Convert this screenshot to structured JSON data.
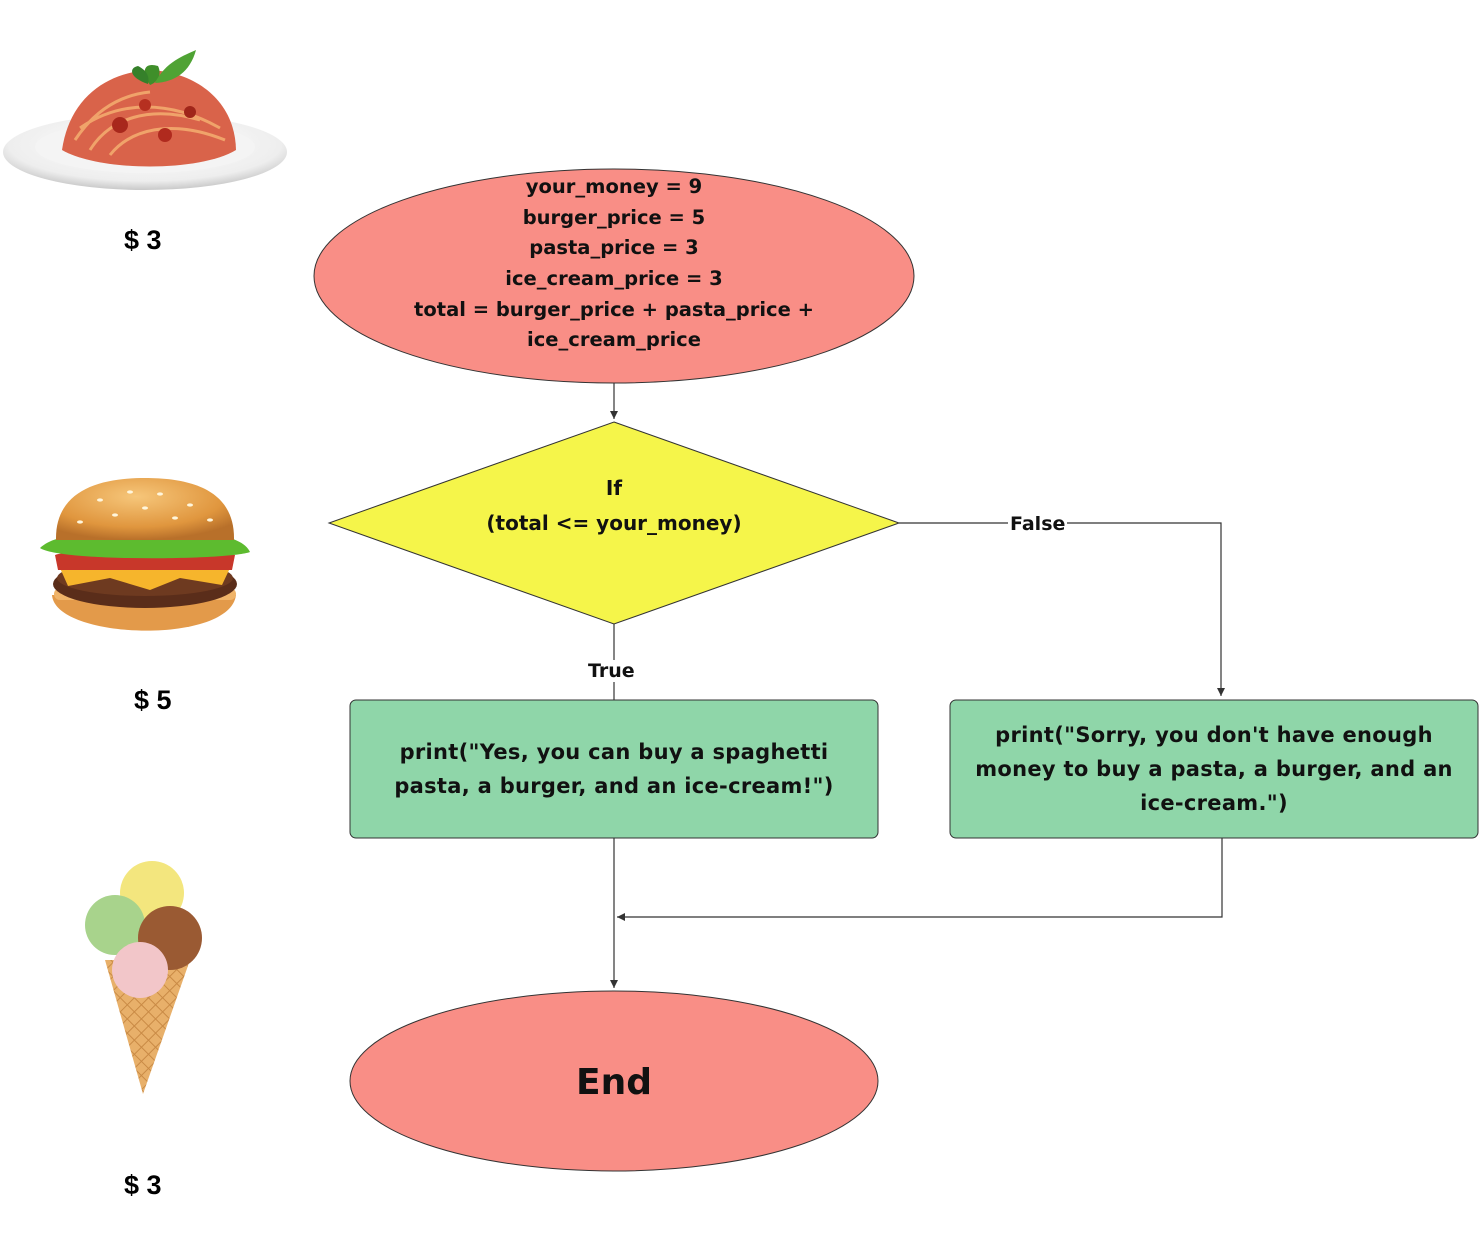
{
  "colors": {
    "terminal_fill": "#f98e86",
    "decision_fill": "#f5f54a",
    "process_fill": "#8fd6a9",
    "edge_stroke": "#333333"
  },
  "foods": [
    {
      "name": "spaghetti-pasta-image",
      "price": "$ 3"
    },
    {
      "name": "burger-image",
      "price": "$ 5"
    },
    {
      "name": "ice-cream-image",
      "price": "$ 3"
    }
  ],
  "start": {
    "lines": [
      "your_money = 9",
      "burger_price = 5",
      "pasta_price = 3",
      "ice_cream_price = 3",
      "total = burger_price + pasta_price +",
      "ice_cream_price"
    ]
  },
  "condition": {
    "lines": [
      "If",
      "(total <= your_money)"
    ],
    "true_label": "True",
    "false_label": "False"
  },
  "yes_box": {
    "lines": [
      "print(\"Yes, you can buy a spaghetti",
      "pasta, a burger, and an ice-cream!\")"
    ]
  },
  "no_box": {
    "lines": [
      "print(\"Sorry, you don't have enough",
      "money to buy a pasta, a burger, and an",
      "ice-cream.\")"
    ]
  },
  "end": {
    "label": "End"
  }
}
